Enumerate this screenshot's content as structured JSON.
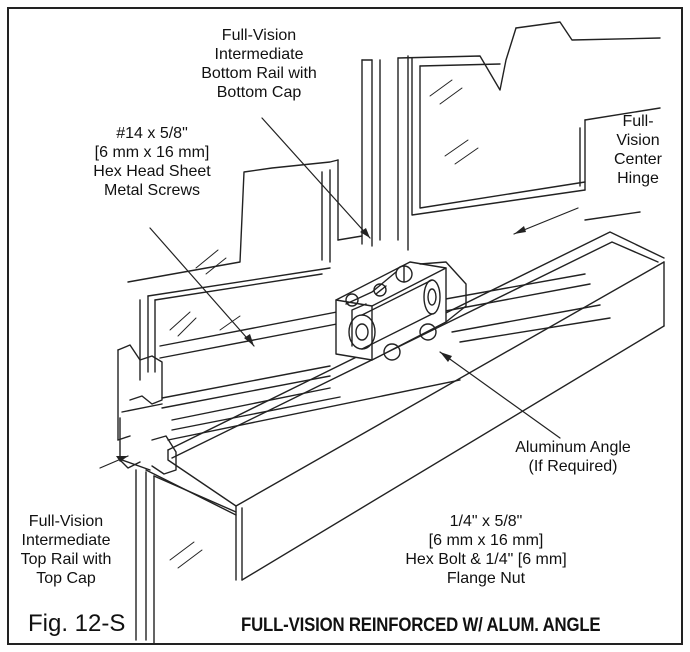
{
  "callouts": {
    "bottom_rail": [
      "Full-Vision",
      "Intermediate",
      "Bottom Rail with",
      "Bottom Cap"
    ],
    "screws": [
      "#14 x 5/8\"",
      "[6 mm x 16 mm]",
      "Hex Head Sheet",
      "Metal Screws"
    ],
    "center_hinge": [
      "Full-",
      "Vision",
      "Center",
      "Hinge"
    ],
    "aluminum_angle": [
      "Aluminum Angle",
      "(If Required)"
    ],
    "hex_bolt": [
      "1/4\" x 5/8\"",
      "[6 mm x 16 mm]",
      "Hex Bolt & 1/4\" [6 mm]",
      "Flange Nut"
    ],
    "top_rail": [
      "Full-Vision",
      "Intermediate",
      "Top Rail with",
      "Top Cap"
    ]
  },
  "caption": {
    "figure_number": "Fig. 12-S",
    "title": "FULL-VISION REINFORCED W/ ALUM. ANGLE"
  }
}
